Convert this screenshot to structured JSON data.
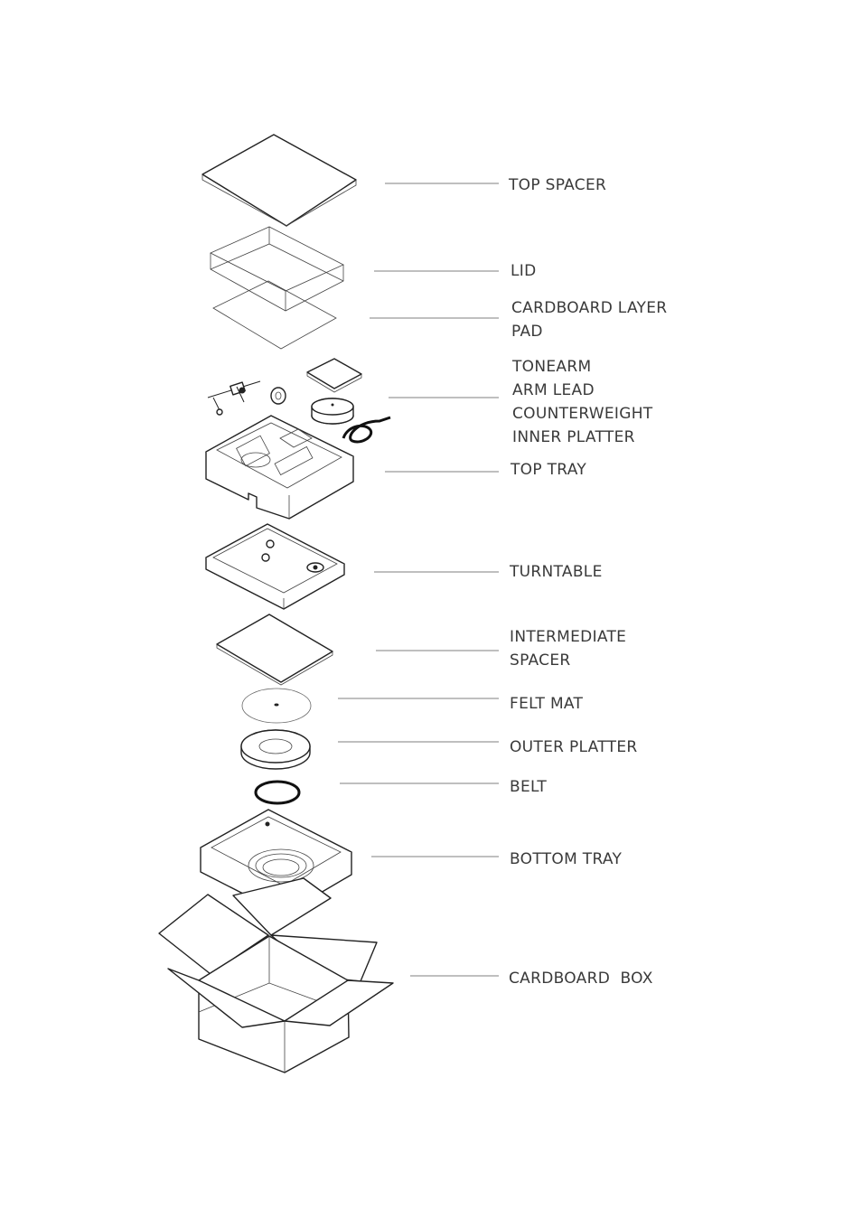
{
  "labels": {
    "top_spacer": "TOP SPACER",
    "lid": "LID",
    "cardboard_layer": "CARDBOARD LAYER",
    "pad": "PAD",
    "tonearm": "TONEARM",
    "arm_lead": "ARM LEAD",
    "counterweight": "COUNTERWEIGHT",
    "inner_platter": "INNER PLATTER",
    "top_tray": "TOP TRAY",
    "turntable": "TURNTABLE",
    "intermediate": "INTERMEDIATE",
    "spacer": "SPACER",
    "felt_mat": "FELT MAT",
    "outer_platter": "OUTER PLATTER",
    "belt": "BELT",
    "bottom_tray": "BOTTOM TRAY",
    "cardboard_box": "CARDBOARD  BOX"
  }
}
